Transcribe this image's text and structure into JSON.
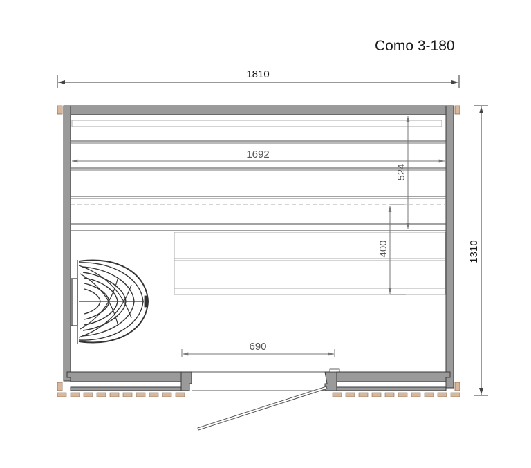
{
  "title": "Como 3-180",
  "colors": {
    "wall_fill": "#9a9a9a",
    "wall_stroke": "#3a3a3a",
    "wood": "#d9b79a",
    "bench_line": "#555555",
    "dim_line": "#6a6a6a",
    "text": "#1a1a1a",
    "dim_text": "#555555"
  },
  "dimensions": {
    "outer_width": "1810",
    "outer_depth": "1310",
    "inner_bench_width": "1692",
    "upper_bench_depth": "524",
    "lower_bench_depth": "400",
    "door_width": "690"
  },
  "components": {
    "heater": "heater",
    "door": "door",
    "upper_bench": "upper-bench",
    "lower_bench": "lower-bench",
    "floor_boards": "wood-slats"
  }
}
